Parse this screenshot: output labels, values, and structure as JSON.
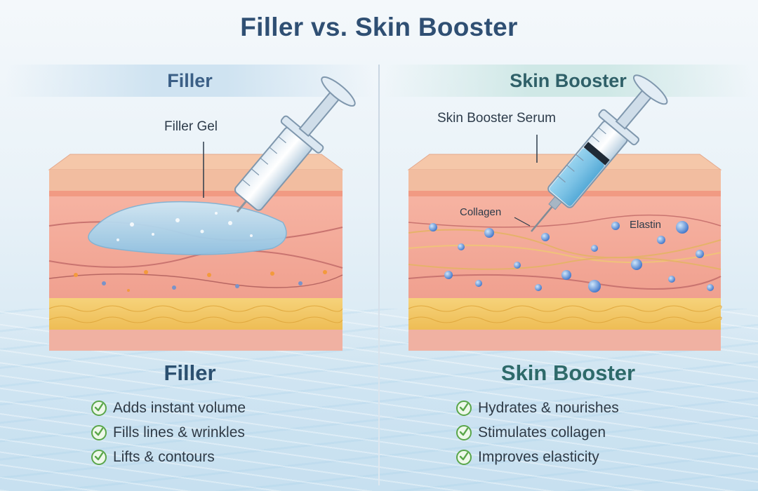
{
  "title": "Filler vs. Skin Booster",
  "panels": {
    "filler": {
      "header": "Filler",
      "callout": "Filler Gel",
      "bottom_title": "Filler",
      "benefits": [
        "Adds instant volume",
        "Fills lines & wrinkles",
        "Lifts & contours"
      ]
    },
    "booster": {
      "header": "Skin Booster",
      "callout": "Skin Booster Serum",
      "labels": {
        "collagen": "Collagen",
        "elastin": "Elastin"
      },
      "bottom_title": "Skin Booster",
      "benefits": [
        "Hydrates & nourishes",
        "Stimulates collagen",
        "Improves elasticity"
      ]
    }
  },
  "icons": {
    "check": "check-circle-icon",
    "syringe": "syringe-icon"
  },
  "colors": {
    "title": "#2f4f73",
    "filler_accent": "#3b5f86",
    "booster_accent": "#2e6a6a",
    "check": "#5aa64a",
    "skin": "#f1a99a",
    "fat": "#f3cf6f",
    "gel": "#a9d3ec"
  }
}
